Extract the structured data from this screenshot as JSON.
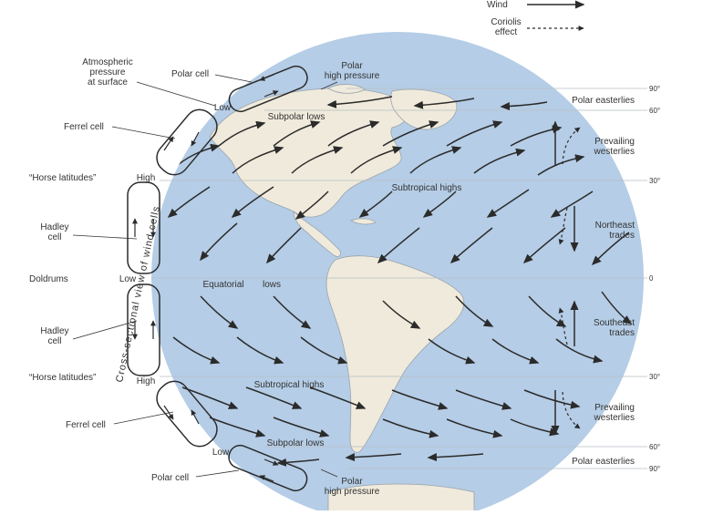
{
  "legend": {
    "wind": "Wind",
    "coriolis_line1": "Coriolis",
    "coriolis_line2": "effect"
  },
  "cross_section_title": "Cross-sectional view of wind cells",
  "left_labels": {
    "atm_pressure": [
      "Atmospheric",
      "pressure",
      "at surface"
    ],
    "polar_cell_top": "Polar cell",
    "ferrel_cell_top": "Ferrel cell",
    "horse_lat_top": "“Horse latitudes”",
    "hadley_top": [
      "Hadley",
      "cell"
    ],
    "doldrums": "Doldrums",
    "hadley_bottom": [
      "Hadley",
      "cell"
    ],
    "horse_lat_bottom": "“Horse latitudes”",
    "ferrel_cell_bottom": "Ferrel cell",
    "polar_cell_bottom": "Polar cell"
  },
  "cell_pressure": {
    "low_top": "Low",
    "high_top": "High",
    "low_equator": "Low",
    "high_bottom": "High",
    "low_bottom": "Low"
  },
  "globe_labels": {
    "polar_high_top": [
      "Polar",
      "high pressure"
    ],
    "subpolar_lows_top": "Subpolar lows",
    "subtropical_highs_top": "Subtropical highs",
    "equatorial": "Equatorial",
    "lows": "lows",
    "subtropical_highs_bottom": "Subtropical highs",
    "subpolar_lows_bottom": "Subpolar lows",
    "polar_high_bottom": [
      "Polar",
      "high pressure"
    ]
  },
  "latitudes": {
    "n90": "90°",
    "n60": "60°",
    "n30": "30°",
    "eq": "0",
    "s30": "30°",
    "s60": "60°",
    "s90": "90°"
  },
  "wind_belts": {
    "polar_easterlies_n": "Polar easterlies",
    "prevailing_westerlies_n": [
      "Prevailing",
      "westerlies"
    ],
    "ne_trades": [
      "Northeast",
      "trades"
    ],
    "se_trades": [
      "Southeast",
      "trades"
    ],
    "prevailing_westerlies_s": [
      "Prevailing",
      "westerlies"
    ],
    "polar_easterlies_s": "Polar easterlies"
  },
  "colors": {
    "ocean": "#b5cde6",
    "land": "#efeadb",
    "stroke": "#333333"
  }
}
